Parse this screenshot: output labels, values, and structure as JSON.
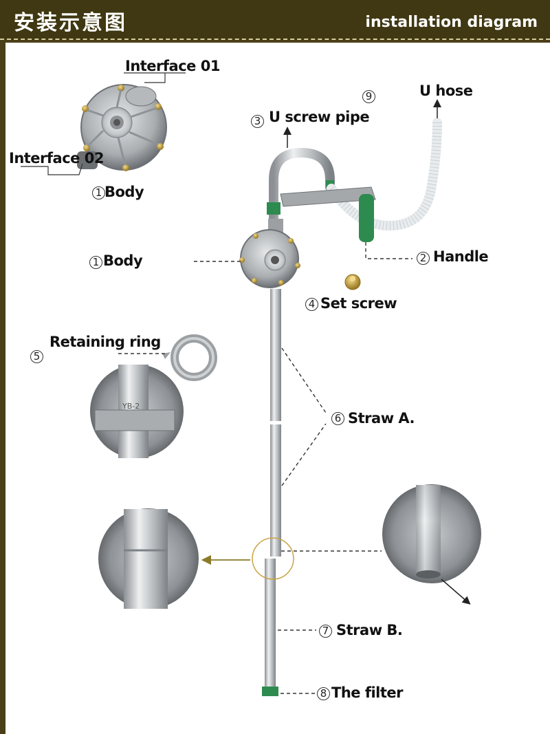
{
  "header": {
    "title_cn": "安装示意图",
    "title_en": "installation diagram"
  },
  "labels": {
    "interface01": "Interface 01",
    "interface02": "Interface 02",
    "body_top_num": "1",
    "body_top": "Body",
    "u_hose_num": "9",
    "u_hose": "U hose",
    "u_screw_num": "3",
    "u_screw": "U screw pipe",
    "body_num": "1",
    "body": "Body",
    "handle_num": "2",
    "handle": "Handle",
    "set_screw_num": "4",
    "set_screw": "Set screw",
    "retaining_num": "5",
    "retaining": "Retaining ring",
    "straw_a_num": "6",
    "straw_a": "Straw A.",
    "straw_b_num": "7",
    "straw_b": "Straw B.",
    "filter_num": "8",
    "filter": "The filter",
    "ring_marking": "YB-2"
  },
  "colors": {
    "header_bg": "#3f3812",
    "frame": "#4a3f17",
    "metal": "#b9bcbf",
    "metal_dark": "#7d8286",
    "brass": "#c9a445",
    "green": "#2e8b4f",
    "leader": "#333333",
    "arrow_olive": "#8a7a2a"
  }
}
